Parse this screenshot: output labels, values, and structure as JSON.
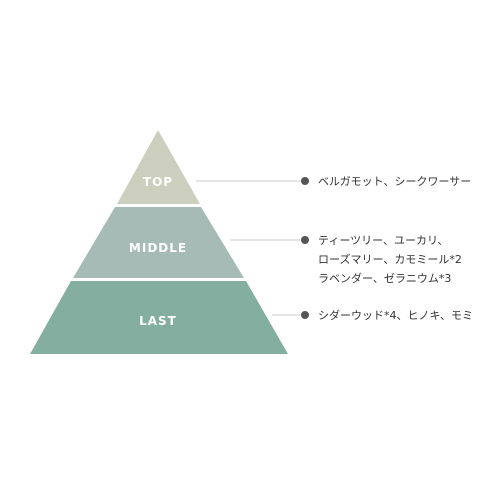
{
  "colors": {
    "top": "#cccfbe",
    "middle": "#a6bbb5",
    "last": "#84ae9f",
    "connector": "#bbbbbb",
    "bullet": "#555555"
  },
  "tiers": [
    {
      "id": "top",
      "label": "TOP",
      "notes": [
        "ベルガモット、シークワーサー"
      ]
    },
    {
      "id": "middle",
      "label": "MIDDLE",
      "notes": [
        "ティーツリー、ユーカリ、",
        "ローズマリー、カモミール*2",
        "ラベンダー、ゼラニウム*3"
      ]
    },
    {
      "id": "last",
      "label": "LAST",
      "notes": [
        "シダーウッド*4、ヒノキ、モミ"
      ]
    }
  ]
}
